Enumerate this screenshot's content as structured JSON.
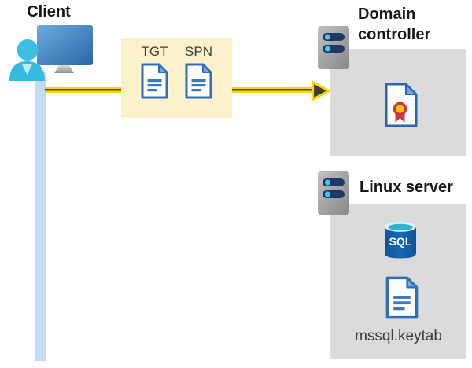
{
  "client": {
    "label": "Client"
  },
  "tickets": {
    "tgt_label": "TGT",
    "spn_label": "SPN"
  },
  "domain_controller": {
    "label": "Domain controller"
  },
  "linux_server": {
    "label": "Linux server",
    "sql_label": "SQL",
    "keytab_label": "mssql.keytab"
  },
  "icons": {
    "client": "person-at-monitor-icon",
    "tgt": "document-icon",
    "spn": "document-icon",
    "domain_controller": "server-icon",
    "certificate": "certificate-icon",
    "linux_server": "server-icon",
    "sql": "sql-database-cylinder-icon",
    "keytab": "document-icon",
    "arrow": "yellow-right-arrow"
  },
  "colors": {
    "arrow_yellow": "#FFD400",
    "arrow_head_dark": "#3C3C3C",
    "ticket_box_bg": "#FBF2CB",
    "panel_gray": "#DBDBDB",
    "timeline_blue": "#C3DCF5",
    "document_blue": "#2E6FB8",
    "document_fold_blue": "#6FA7DC",
    "server_bar_navy": "#1F3864",
    "server_dot_cyan": "#41C8F4",
    "sql_body_blue": "#1262AE",
    "sql_top_cyan": "#2FB0D5",
    "certificate_red": "#D13438",
    "certificate_gold": "#FFC30B",
    "person_cyan": "#35BAE0",
    "monitor_blue_dark": "#2B66A9",
    "heading_text": "#171717",
    "ticket_text": "#3C3C3C"
  }
}
